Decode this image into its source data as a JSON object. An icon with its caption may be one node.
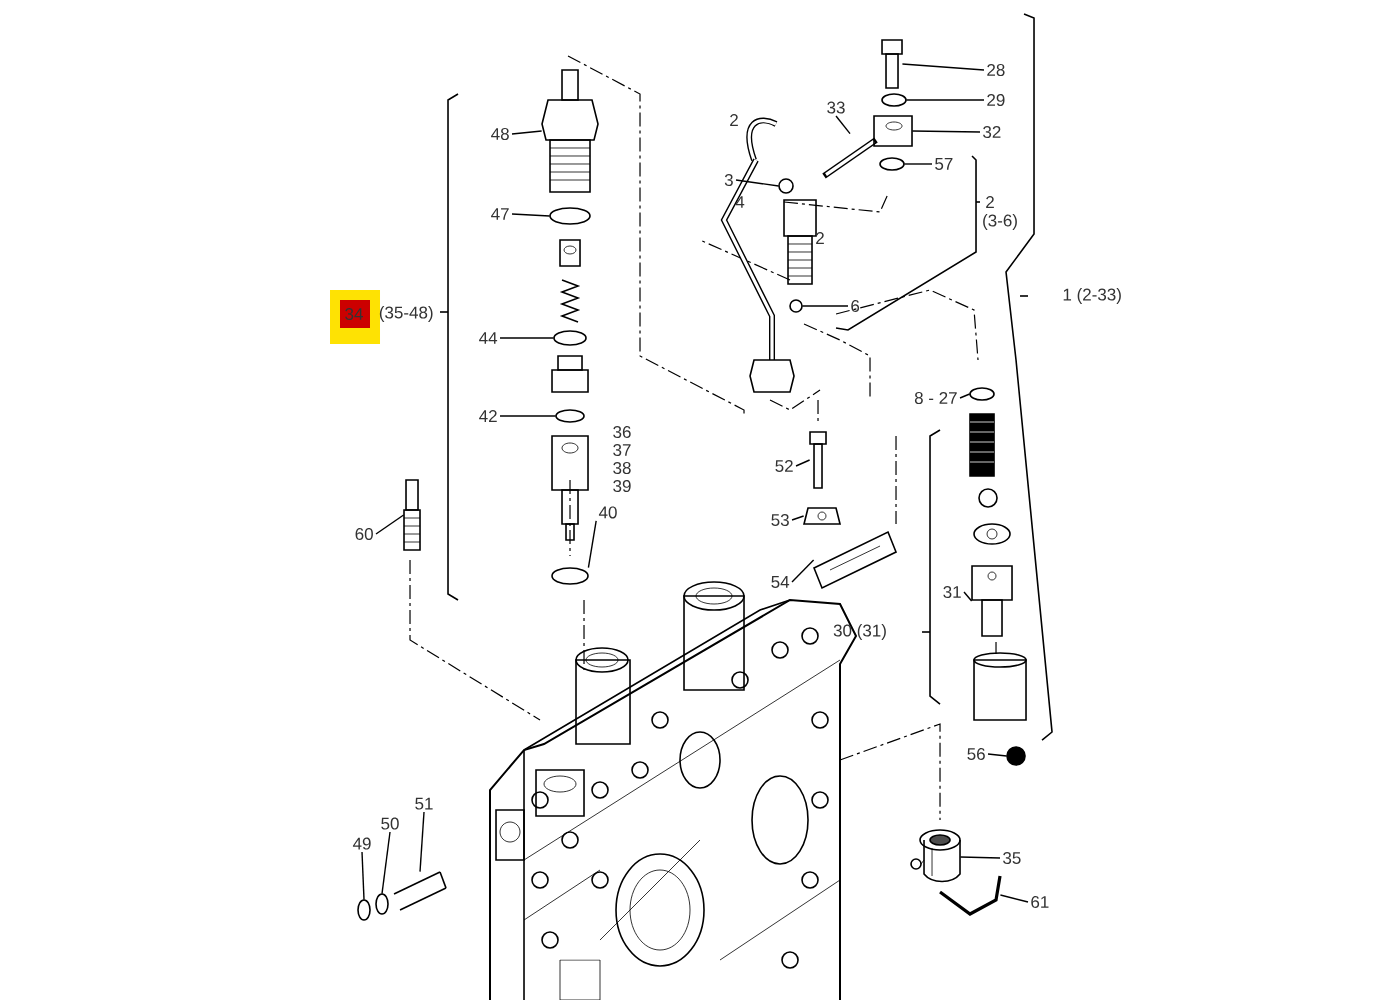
{
  "diagram": {
    "nodes": [
      {
        "text": [
          "28"
        ]
      },
      {
        "text": [
          "29"
        ]
      },
      {
        "text": [
          "33"
        ]
      },
      {
        "text": [
          "32"
        ]
      },
      {
        "text": [
          "48"
        ]
      },
      {
        "text": [
          "57"
        ]
      },
      {
        "text": [
          "3"
        ]
      },
      {
        "text": [
          "47"
        ]
      },
      {
        "text": [
          "6"
        ]
      },
      {
        "text": [
          "44"
        ]
      },
      {
        "text": [
          "8 - 27"
        ]
      },
      {
        "text": [
          "42"
        ]
      },
      {
        "text": [
          "52"
        ]
      },
      {
        "text": [
          "53"
        ]
      },
      {
        "text": [
          "40"
        ]
      },
      {
        "text": [
          "60"
        ]
      },
      {
        "text": [
          "54"
        ]
      },
      {
        "text": [
          "31"
        ]
      },
      {
        "text": [
          "56"
        ]
      },
      {
        "text": [
          "51"
        ]
      },
      {
        "text": [
          "50"
        ]
      },
      {
        "text": [
          "49"
        ]
      },
      {
        "text": [
          "35"
        ]
      },
      {
        "text": [
          "61"
        ]
      },
      {
        "text": [],
        "shape": "picture"
      },
      {
        "text": [],
        "shape": "circle"
      },
      {
        "text": [],
        "shape": "picture"
      },
      {
        "text": [],
        "shape": "picture"
      },
      {
        "text": [],
        "shape": "picture"
      },
      {
        "text": [],
        "shape": "circle"
      },
      {
        "text": [],
        "shape": "circle"
      },
      {
        "text": [],
        "shape": "circle"
      },
      {
        "text": [],
        "shape": "circle"
      },
      {
        "text": [],
        "shape": "circle"
      },
      {
        "text": [],
        "shape": "circle"
      },
      {
        "text": [],
        "shape": "circle"
      },
      {
        "text": [],
        "shape": "picture"
      },
      {
        "text": [],
        "shape": "picture"
      },
      {
        "text": [],
        "shape": "circle"
      },
      {
        "text": [],
        "shape": "picture"
      },
      {
        "text": [],
        "shape": "picture"
      },
      {
        "text": [],
        "shape": "picture"
      },
      {
        "text": [],
        "shape": "circle"
      },
      {
        "text": [],
        "shape": "picture"
      },
      {
        "text": [],
        "shape": "circle"
      },
      {
        "text": [],
        "shape": "circle"
      },
      {
        "text": [],
        "shape": "picture"
      },
      {
        "text": [],
        "shape": "picture"
      }
    ],
    "edges": [
      {
        "from": 0,
        "to": 24,
        "arrow": "none"
      },
      {
        "from": 1,
        "to": 25,
        "arrow": "none"
      },
      {
        "from": 2,
        "to": 26,
        "arrow": "none"
      },
      {
        "from": 3,
        "to": 27,
        "arrow": "none"
      },
      {
        "from": 4,
        "to": 28,
        "arrow": "none"
      },
      {
        "from": 5,
        "to": 29,
        "arrow": "none"
      },
      {
        "from": 6,
        "to": 30,
        "arrow": "none"
      },
      {
        "from": 7,
        "to": 31,
        "arrow": "none"
      },
      {
        "from": 8,
        "to": 32,
        "arrow": "none"
      },
      {
        "from": 9,
        "to": 33,
        "arrow": "none"
      },
      {
        "from": 10,
        "to": 34,
        "arrow": "none"
      },
      {
        "from": 11,
        "to": 35,
        "arrow": "none"
      },
      {
        "from": 12,
        "to": 36,
        "arrow": "none"
      },
      {
        "from": 13,
        "to": 37,
        "arrow": "none"
      },
      {
        "from": 14,
        "to": 38,
        "arrow": "none"
      },
      {
        "from": 15,
        "to": 39,
        "arrow": "none"
      },
      {
        "from": 16,
        "to": 40,
        "arrow": "none"
      },
      {
        "from": 17,
        "to": 41,
        "arrow": "none"
      },
      {
        "from": 18,
        "to": 42,
        "arrow": "none"
      },
      {
        "from": 19,
        "to": 43,
        "arrow": "none"
      },
      {
        "from": 20,
        "to": 44,
        "arrow": "none"
      },
      {
        "from": 21,
        "to": 45,
        "arrow": "none"
      },
      {
        "from": 22,
        "to": 46,
        "arrow": "none"
      },
      {
        "from": 23,
        "to": 47,
        "arrow": "none"
      }
    ],
    "labels": [
      "2",
      "4",
      "2",
      "(3-6)",
      "2",
      "1 (2-33)",
      "34",
      "(35-48)",
      "36",
      "37",
      "38",
      "39",
      "30 (31)"
    ]
  }
}
